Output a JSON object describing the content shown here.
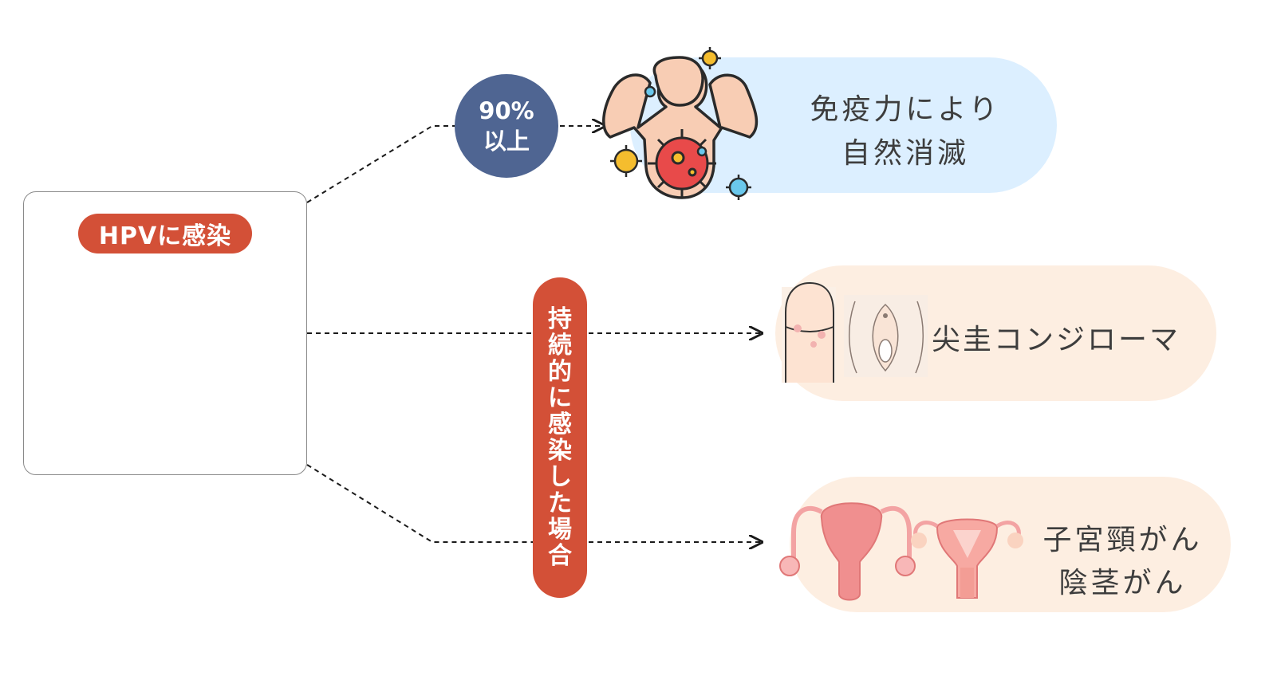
{
  "source": {
    "label": "HPVに感染"
  },
  "branches": [
    {
      "probability_line1": "90%",
      "probability_line2": "以上",
      "outcome_line1": "免疫力により",
      "outcome_line2": "自然消滅"
    },
    {
      "condition": "持続的に感染した場合",
      "outcome_line1": "尖圭コンジローマ"
    },
    {
      "outcome_line1": "子宮頸がん",
      "outcome_line2": "陰茎がん"
    }
  ],
  "colors": {
    "accent_red": "#d35037",
    "navy": "#4f6592",
    "light_blue": "#dcefff",
    "peach": "#fdeee1",
    "virus_yellow": "#eec230",
    "virus_red": "#e84a4a",
    "skin": "#f8cdb4",
    "organ_pink": "#f08f8f"
  },
  "icons": [
    "virus-icon",
    "strong-body-icon",
    "penis-icon",
    "vulva-icon",
    "uterus-front-icon",
    "uterus-section-icon"
  ]
}
